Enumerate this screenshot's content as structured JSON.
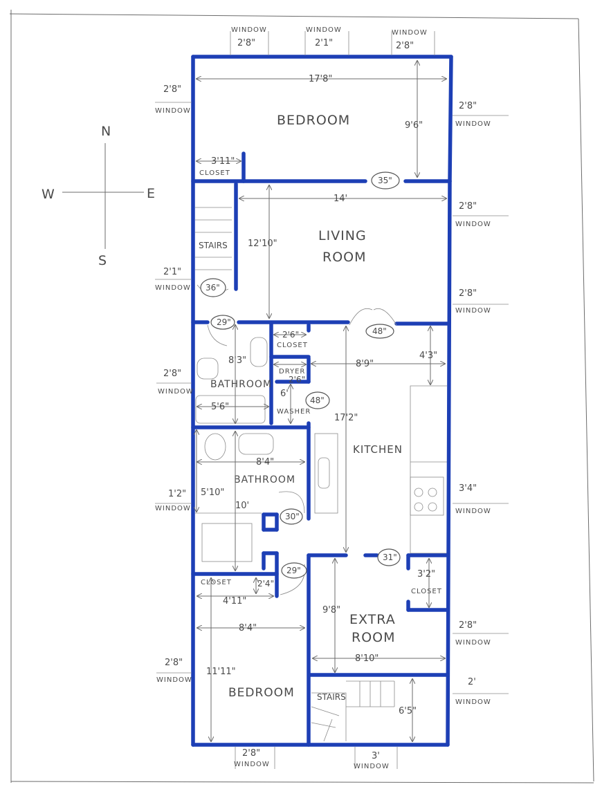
{
  "rooms": {
    "bedroom_top": "BEDROOM",
    "living_room_line1": "LIVING",
    "living_room_line2": "ROOM",
    "kitchen": "KITCHEN",
    "bathroom_upper": "BATHROOM",
    "bathroom_lower": "BATHROOM",
    "extra_room_line1": "EXTRA",
    "extra_room_line2": "ROOM",
    "bedroom_bottom": "BEDROOM",
    "stairs_upper": "STAIRS",
    "stairs_lower": "STAIRS",
    "closet_top": "CLOSET",
    "closet_mid": "CLOSET",
    "closet_lower": "CLOSET",
    "closet_right": "CLOSET",
    "dryer": "DRYER",
    "washer": "WASHER"
  },
  "compass": {
    "north": "N",
    "south": "S",
    "east": "E",
    "west": "W"
  },
  "windows": {
    "label": "WINDOW",
    "top_1": "2'8\"",
    "top_2": "2'1\"",
    "top_3": "2'8\"",
    "west_1": "2'8\"",
    "west_2": "2'1\"",
    "west_3": "2'8\"",
    "west_4": "1'2\"",
    "west_5": "2'8\"",
    "east_1": "2'8\"",
    "east_2": "2'8\"",
    "east_3": "2'8\"",
    "east_4": "3'4\"",
    "east_5": "2'8\"",
    "east_6": "2'",
    "bottom_1": "2'8\"",
    "bottom_2": "3'"
  },
  "dimensions": {
    "bedroom_width": "17'8\"",
    "bedroom_depth": "9'6\"",
    "closet_top_width": "3'11\"",
    "living_width": "14'",
    "living_depth": "12'10\"",
    "closet_mid_width": "2'6\"",
    "bath_upper_depth": "8'3\"",
    "dryer_width": "2'6\"",
    "washer_depth": "6'",
    "bath_upper_tub": "5'6\"",
    "kitchen_width": "8'9\"",
    "kitchen_counter": "4'3\"",
    "kitchen_depth": "17'2\"",
    "bath_lower_width": "8'4\"",
    "bath_lower_depth": "5'10\"",
    "bath_lower_length": "10'",
    "closet_lower_depth": "2'4\"",
    "closet_lower_width": "4'11\"",
    "closet_right_width": "3'2\"",
    "extra_depth": "9'8\"",
    "extra_width": "8'10\"",
    "bedroom_bottom_width": "8'4\"",
    "bedroom_bottom_depth": "11'11\"",
    "stairs_lower_depth": "6'5\""
  },
  "doors": {
    "bedroom_door": "35\"",
    "stairs_door": "36\"",
    "bath_door": "29\"",
    "living_door": "48\"",
    "washer_door": "48\"",
    "bath_lower_door": "30\"",
    "closet_lower_door": "29\"",
    "extra_door": "31\""
  }
}
